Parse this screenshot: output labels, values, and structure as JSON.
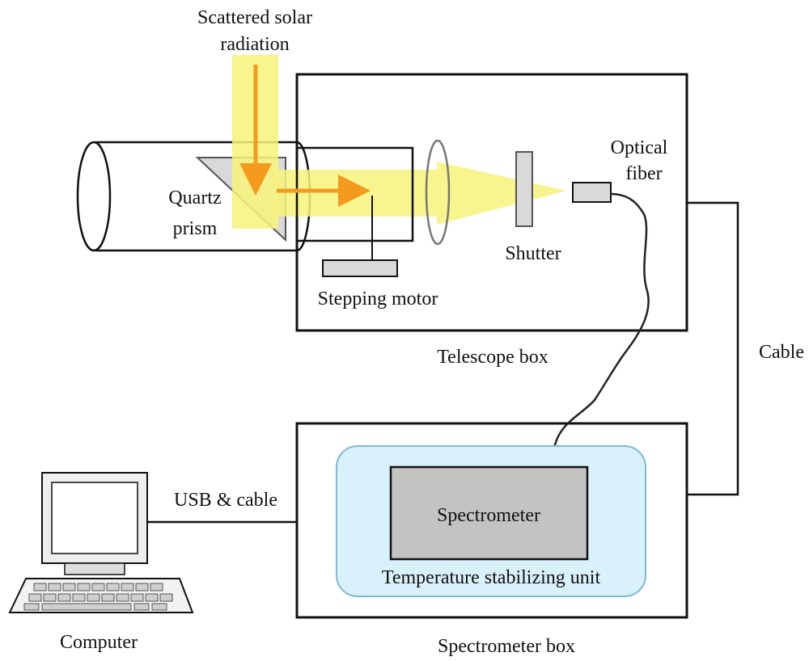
{
  "labels": {
    "solar_line1": "Scattered solar",
    "solar_line2": "radiation",
    "quartz_line1": "Quartz",
    "quartz_line2": "prism",
    "stepping_motor": "Stepping motor",
    "shutter": "Shutter",
    "optical_line1": "Optical",
    "optical_line2": "fiber",
    "telescope_box": "Telescope box",
    "cable": "Cable",
    "usb_cable": "USB & cable",
    "spectrometer": "Spectrometer",
    "temperature_unit": "Temperature stabilizing unit",
    "computer": "Computer",
    "spectrometer_box": "Spectrometer box"
  },
  "colors": {
    "light_beam": "#f7f27a",
    "arrow": "#f39a1f",
    "stabilizing_unit_fill": "#d9f1fb",
    "stabilizing_unit_stroke": "#7fb9d6",
    "spectrometer_fill": "#c3c4c2",
    "component_gray": "#d9d9d9",
    "line": "#111111"
  }
}
